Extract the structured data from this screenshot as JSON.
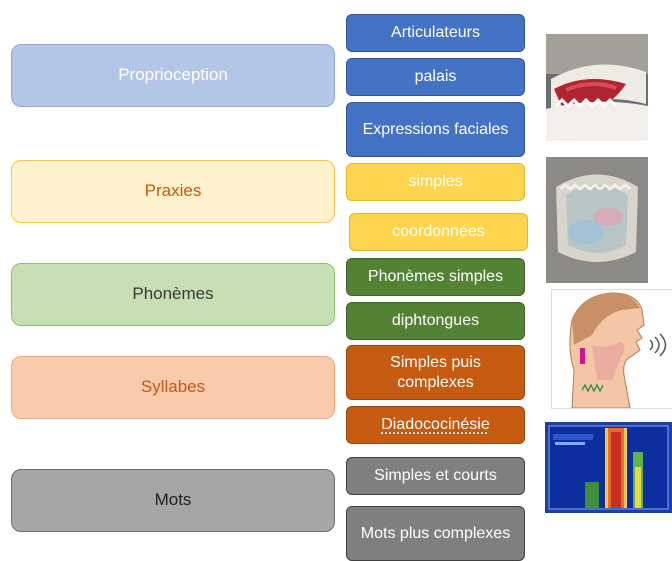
{
  "categories": [
    {
      "label": "Proprioception"
    },
    {
      "label": "Praxies"
    },
    {
      "label": "Phonèmes"
    },
    {
      "label": "Syllabes"
    },
    {
      "label": "Mots"
    }
  ],
  "subitems": [
    {
      "label": "Articulateurs"
    },
    {
      "label": "palais"
    },
    {
      "label": "Expressions faciales"
    },
    {
      "label": "simples"
    },
    {
      "label": "coordonnées"
    },
    {
      "label": "Phonèmes simples"
    },
    {
      "label": "diphtongues"
    },
    {
      "label": "Simples puis complexes"
    },
    {
      "label": "Diadococinésie"
    },
    {
      "label": "Simples et courts"
    },
    {
      "label": "Mots plus complexes"
    }
  ],
  "colors": {
    "blue": "#4472c4",
    "yellow": "#ffd54f",
    "green": "#548235",
    "orange": "#c55a11",
    "gray": "#7f7f7f"
  },
  "images": [
    {
      "icon": "dental-model-photo"
    },
    {
      "icon": "palate-plate-photo"
    },
    {
      "icon": "vocal-tract-illustration"
    },
    {
      "icon": "spectrogram-image"
    }
  ]
}
